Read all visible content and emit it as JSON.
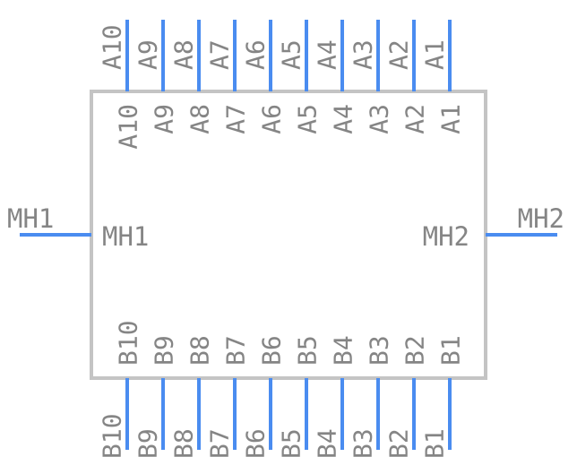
{
  "component": {
    "body_outline_color": "#c4c4c4",
    "pin_color": "#4a8cf0",
    "label_color": "#858585"
  },
  "top_pins": [
    {
      "pin": "A10",
      "pad": "A10"
    },
    {
      "pin": "A9",
      "pad": "A9"
    },
    {
      "pin": "A8",
      "pad": "A8"
    },
    {
      "pin": "A7",
      "pad": "A7"
    },
    {
      "pin": "A6",
      "pad": "A6"
    },
    {
      "pin": "A5",
      "pad": "A5"
    },
    {
      "pin": "A4",
      "pad": "A4"
    },
    {
      "pin": "A3",
      "pad": "A3"
    },
    {
      "pin": "A2",
      "pad": "A2"
    },
    {
      "pin": "A1",
      "pad": "A1"
    }
  ],
  "bottom_pins": [
    {
      "pin": "B10",
      "pad": "B10"
    },
    {
      "pin": "B9",
      "pad": "B9"
    },
    {
      "pin": "B8",
      "pad": "B8"
    },
    {
      "pin": "B7",
      "pad": "B7"
    },
    {
      "pin": "B6",
      "pad": "B6"
    },
    {
      "pin": "B5",
      "pad": "B5"
    },
    {
      "pin": "B4",
      "pad": "B4"
    },
    {
      "pin": "B3",
      "pad": "B3"
    },
    {
      "pin": "B2",
      "pad": "B2"
    },
    {
      "pin": "B1",
      "pad": "B1"
    }
  ],
  "left_pin": {
    "pin": "MH1",
    "pad": "MH1"
  },
  "right_pin": {
    "pin": "MH2",
    "pad": "MH2"
  }
}
